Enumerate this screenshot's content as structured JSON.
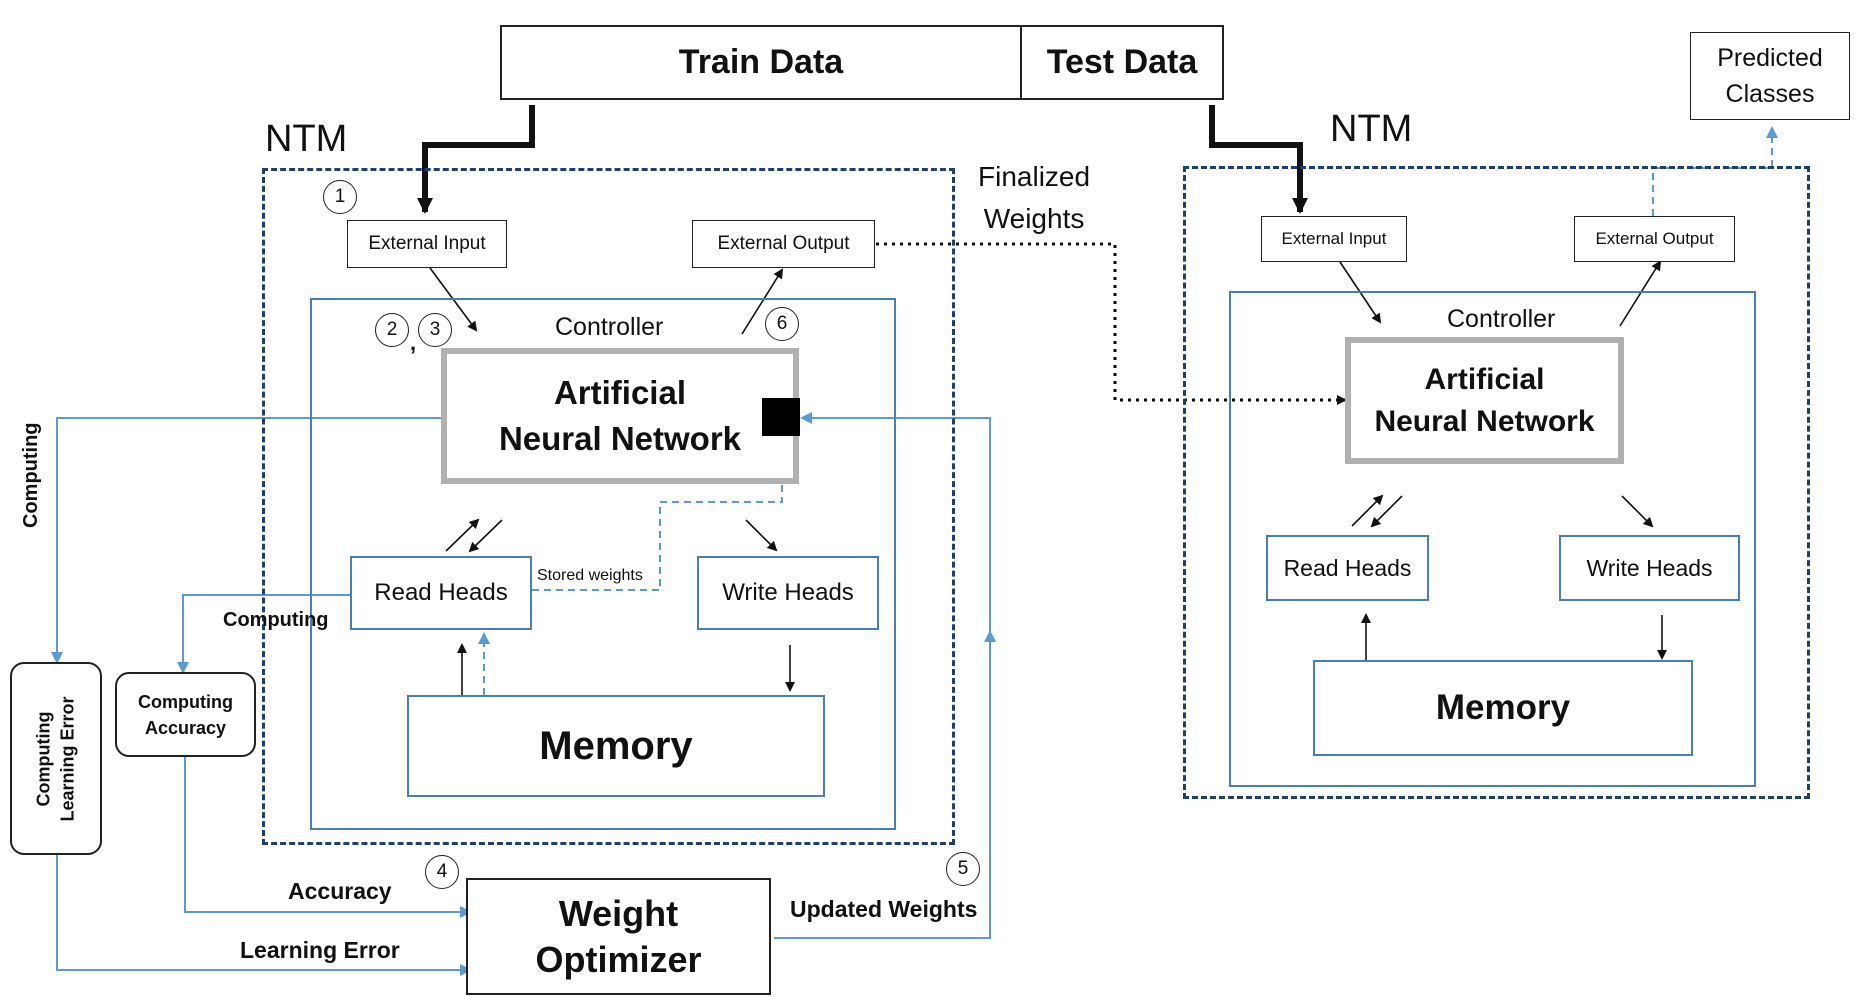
{
  "data_bar": {
    "train": "Train Data",
    "test": "Test Data"
  },
  "left_ntm": {
    "title": "NTM",
    "external_input": "External Input",
    "external_output": "External Output",
    "controller": "Controller",
    "ann_line1": "Artificial",
    "ann_line2": "Neural Network",
    "read_heads": "Read Heads",
    "write_heads": "Write Heads",
    "memory": "Memory",
    "stored_weights": "Stored weights"
  },
  "right_ntm": {
    "title": "NTM",
    "external_input": "External Input",
    "external_output": "External Output",
    "controller": "Controller",
    "ann_line1": "Artificial",
    "ann_line2": "Neural Network",
    "read_heads": "Read Heads",
    "write_heads": "Write Heads",
    "memory": "Memory"
  },
  "predicted_classes": {
    "line1": "Predicted",
    "line2": "Classes"
  },
  "finalized_weights": {
    "line1": "Finalized",
    "line2": "Weights"
  },
  "computing_vertical": "Computing",
  "computing_mid": "Computing",
  "learning_error_box": {
    "line1": "Computing",
    "line2": "Learning Error"
  },
  "accuracy_box": {
    "line1": "Computing",
    "line2": "Accuracy"
  },
  "accuracy_label": "Accuracy",
  "learning_error_label": "Learning Error",
  "updated_weights": "Updated Weights",
  "weight_optimizer": {
    "line1": "Weight",
    "line2": "Optimizer"
  },
  "steps": {
    "s1": "1",
    "s2": "2",
    "s3": "3",
    "s4": "4",
    "s5": "5",
    "s6": "6",
    "sep": ","
  },
  "colors": {
    "dark_blue": "#1f3f73",
    "light_blue": "#5b9bd5",
    "gray_border": "#b0b0b0"
  }
}
